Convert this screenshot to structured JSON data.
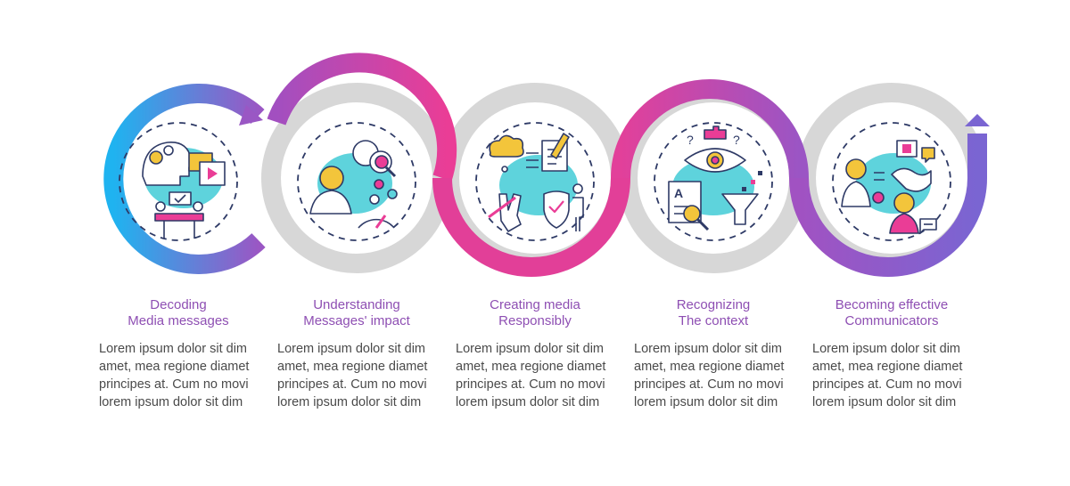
{
  "colors": {
    "gradient_blue": "#1fb3f0",
    "gradient_purple": "#8a5bc7",
    "gradient_magenta": "#ea3d96",
    "gradient_violet": "#7f63d0",
    "grey_ring": "#d7d7d7",
    "accent_teal": "#5ed3dc",
    "title_purple": "#8e4fb3",
    "body_text": "#4a4a4a"
  },
  "steps": [
    {
      "icon": "decoding-media-icon",
      "title_line1": "Decoding",
      "title_line2": "Media messages",
      "body": [
        "Lorem ipsum dolor sit dim",
        "amet, mea regione diamet",
        "principes at. Cum no movi",
        "lorem ipsum dolor sit dim"
      ]
    },
    {
      "icon": "understanding-impact-icon",
      "title_line1": "Understanding",
      "title_line2": "Messages' impact",
      "body": [
        "Lorem ipsum dolor sit dim",
        "amet, mea regione diamet",
        "principes at. Cum no movi",
        "lorem ipsum dolor sit dim"
      ]
    },
    {
      "icon": "creating-media-icon",
      "title_line1": "Creating media",
      "title_line2": "Responsibly",
      "body": [
        "Lorem ipsum dolor sit dim",
        "amet, mea regione diamet",
        "principes at. Cum no movi",
        "lorem ipsum dolor sit dim"
      ]
    },
    {
      "icon": "recognizing-context-icon",
      "title_line1": "Recognizing",
      "title_line2": "The context",
      "body": [
        "Lorem ipsum dolor sit dim",
        "amet, mea regione diamet",
        "principes at. Cum no movi",
        "lorem ipsum dolor sit dim"
      ]
    },
    {
      "icon": "effective-communicators-icon",
      "title_line1": "Becoming effective",
      "title_line2": "Communicators",
      "body": [
        "Lorem ipsum dolor sit dim",
        "amet, mea regione diamet",
        "principes at. Cum no movi",
        "lorem ipsum dolor sit dim"
      ]
    }
  ]
}
